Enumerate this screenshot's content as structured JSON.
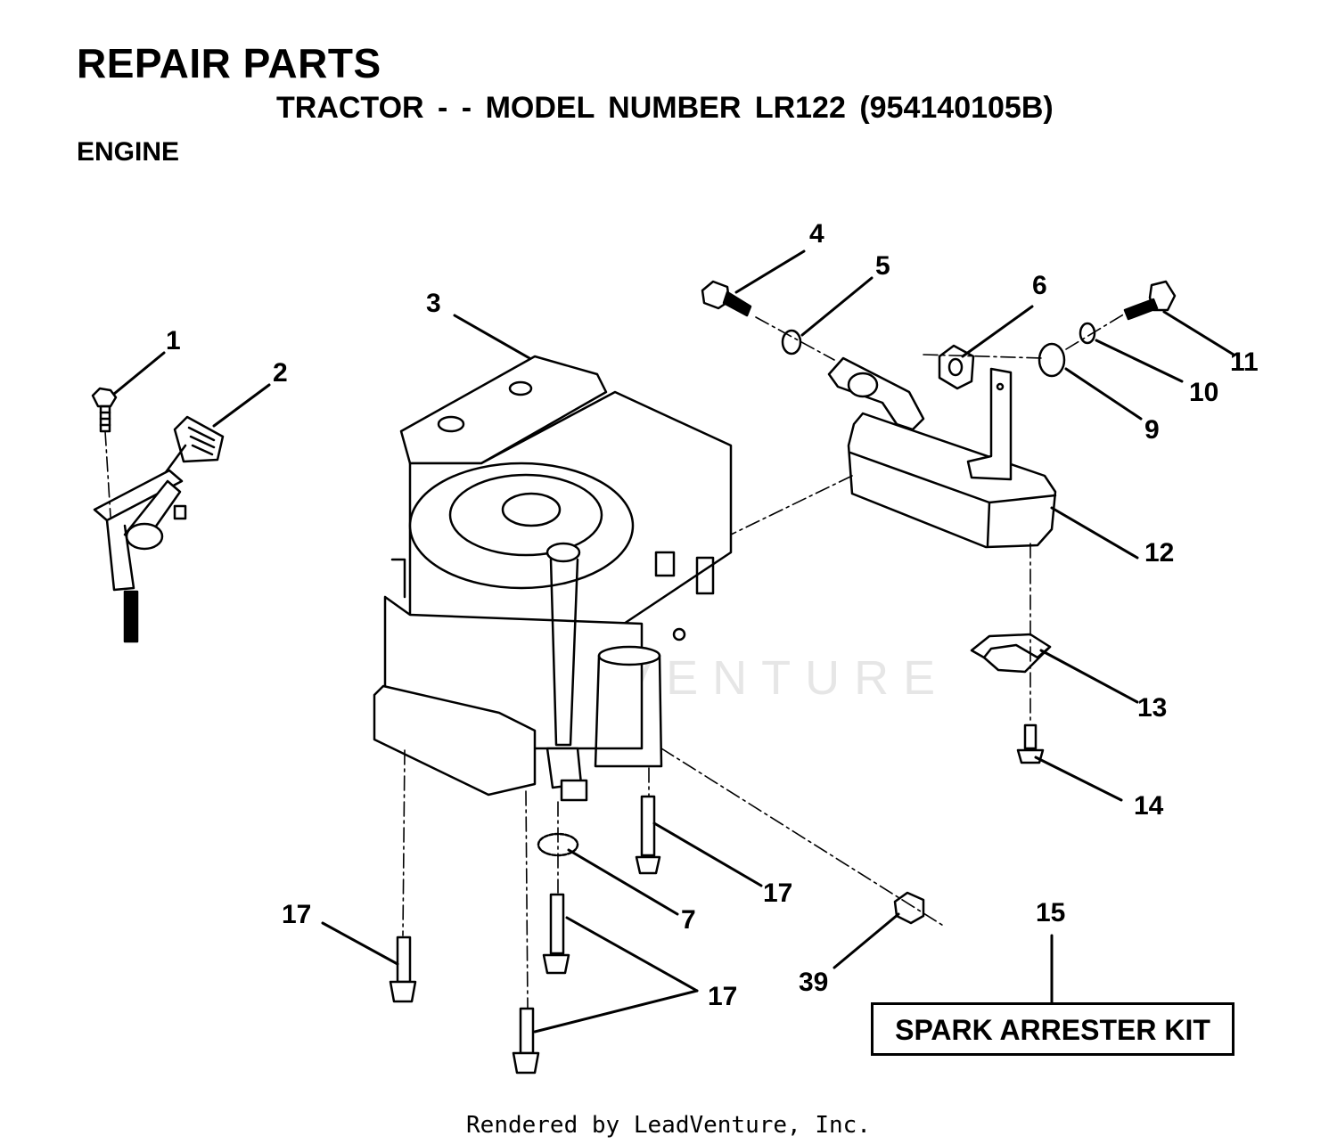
{
  "header": {
    "title": "REPAIR PARTS",
    "subtitle": "TRACTOR - - MODEL NUMBER LR122 (954140105B)",
    "section": "ENGINE"
  },
  "callouts": {
    "c1": "1",
    "c2": "2",
    "c3": "3",
    "c4": "4",
    "c5": "5",
    "c6": "6",
    "c7": "7",
    "c9": "9",
    "c10": "10",
    "c11": "11",
    "c12": "12",
    "c13": "13",
    "c14": "14",
    "c15": "15",
    "c17a": "17",
    "c17b": "17",
    "c17c": "17",
    "c39": "39"
  },
  "kit_label": "SPARK ARRESTER KIT",
  "watermark": "LEADVENTURE",
  "footer": "Rendered by LeadVenture, Inc."
}
